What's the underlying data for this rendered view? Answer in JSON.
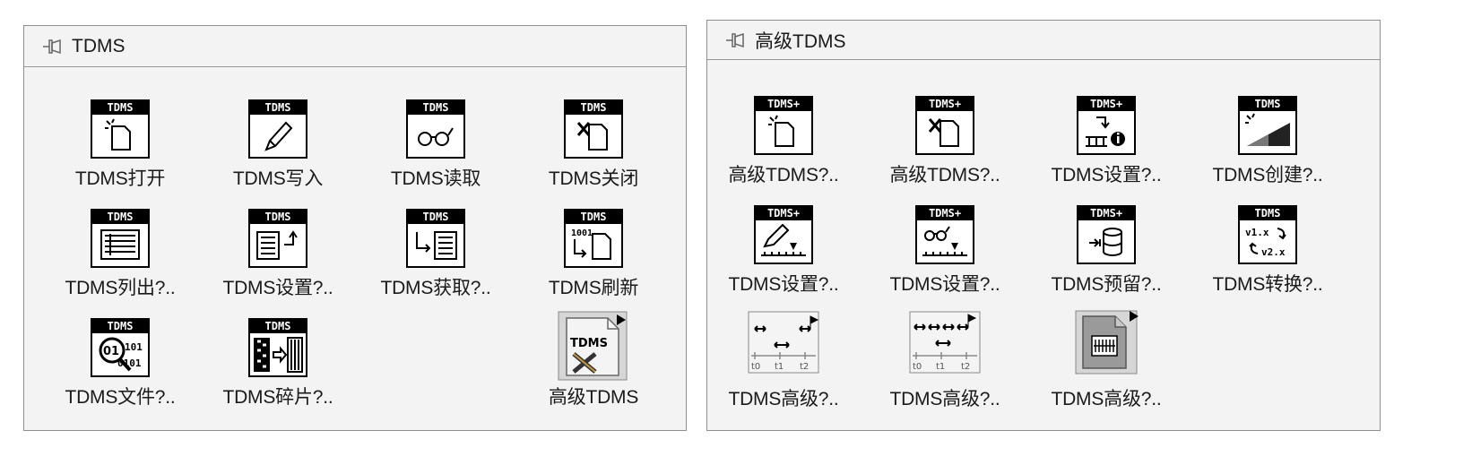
{
  "palettes": [
    {
      "title": "TDMS",
      "items": [
        {
          "label": "TDMS打开",
          "icon": "tdms-open-icon"
        },
        {
          "label": "TDMS写入",
          "icon": "tdms-write-icon"
        },
        {
          "label": "TDMS读取",
          "icon": "tdms-read-icon"
        },
        {
          "label": "TDMS关闭",
          "icon": "tdms-close-icon"
        },
        {
          "label": "TDMS列出?..",
          "icon": "tdms-list-icon"
        },
        {
          "label": "TDMS设置?..",
          "icon": "tdms-set-icon"
        },
        {
          "label": "TDMS获取?..",
          "icon": "tdms-get-icon"
        },
        {
          "label": "TDMS刷新",
          "icon": "tdms-flush-icon"
        },
        {
          "label": "TDMS文件?..",
          "icon": "tdms-file-viewer-icon"
        },
        {
          "label": "TDMS碎片?..",
          "icon": "tdms-defrag-icon"
        },
        {
          "label": "高级TDMS",
          "icon": "advanced-tdms-subpalette-icon"
        }
      ]
    },
    {
      "title": "高级TDMS",
      "items": [
        {
          "label": "高级TDMS?..",
          "icon": "adv-tdms-open-icon"
        },
        {
          "label": "高级TDMS?..",
          "icon": "adv-tdms-close-icon"
        },
        {
          "label": "TDMS设置?..",
          "icon": "tdms-set-channel-info-icon"
        },
        {
          "label": "TDMS创建?..",
          "icon": "tdms-create-scaling-icon"
        },
        {
          "label": "TDMS设置?..",
          "icon": "tdms-set-next-write-icon"
        },
        {
          "label": "TDMS设置?..",
          "icon": "tdms-set-next-read-icon"
        },
        {
          "label": "TDMS预留?..",
          "icon": "tdms-reserve-file-size-icon"
        },
        {
          "label": "TDMS转换?..",
          "icon": "tdms-convert-format-icon"
        },
        {
          "label": "TDMS高级?..",
          "icon": "tdms-async-write-icon"
        },
        {
          "label": "TDMS高级?..",
          "icon": "tdms-async-read-icon"
        },
        {
          "label": "TDMS高级?..",
          "icon": "tdms-data-ref-icon"
        }
      ]
    }
  ],
  "icon_text": {
    "tdms": "TDMS",
    "tdms_plus": "TDMS+",
    "binary": "1001",
    "v1x": "v1.x",
    "v2x": "v2.x",
    "t0": "t0",
    "t1": "t1",
    "t2": "t2"
  }
}
